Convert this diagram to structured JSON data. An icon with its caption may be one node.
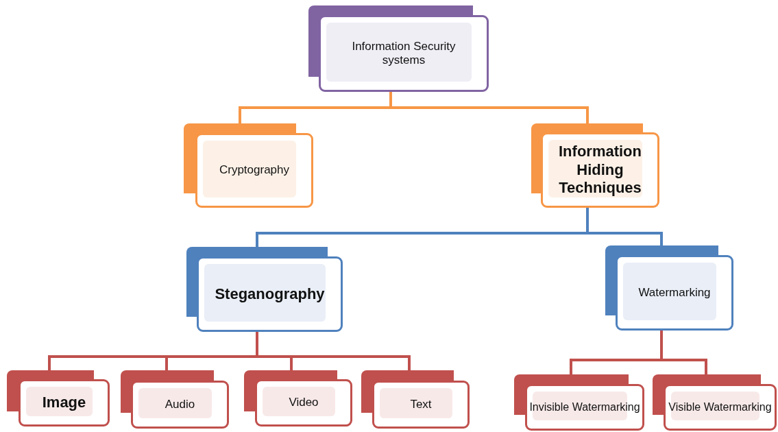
{
  "diagram": {
    "nodes": [
      {
        "text": [
          "Information Security systems"
        ]
      },
      {
        "text": [
          "Cryptography"
        ]
      },
      {
        "text": [
          "Information Hiding Techniques"
        ]
      },
      {
        "text": [
          "Steganography"
        ]
      },
      {
        "text": [
          "Watermarking"
        ]
      },
      {
        "text": [
          "Image"
        ]
      },
      {
        "text": [
          "Audio"
        ]
      },
      {
        "text": [
          "Video"
        ]
      },
      {
        "text": [
          "Text"
        ]
      },
      {
        "text": [
          "Invisible Watermarking"
        ]
      },
      {
        "text": [
          "Visible Watermarking"
        ]
      }
    ],
    "edges": [
      {
        "from": 0,
        "to": 1,
        "arrow": "none",
        "color": "#f79646"
      },
      {
        "from": 0,
        "to": 2,
        "arrow": "none",
        "color": "#f79646"
      },
      {
        "from": 2,
        "to": 3,
        "arrow": "none",
        "color": "#4f81bd"
      },
      {
        "from": 2,
        "to": 4,
        "arrow": "none",
        "color": "#4f81bd"
      },
      {
        "from": 3,
        "to": 5,
        "arrow": "none"
      },
      {
        "from": 3,
        "to": 6,
        "arrow": "none"
      },
      {
        "from": 3,
        "to": 7,
        "arrow": "none"
      },
      {
        "from": 3,
        "to": 8,
        "arrow": "none"
      },
      {
        "from": 4,
        "to": 9,
        "arrow": "none"
      },
      {
        "from": 4,
        "to": 10,
        "arrow": "none"
      }
    ]
  }
}
